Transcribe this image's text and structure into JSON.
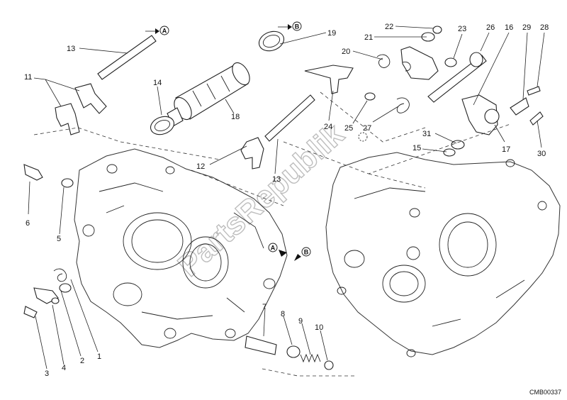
{
  "diagram": {
    "drawing_code": "CMB00337",
    "watermark": "PartsRepublik",
    "reference_marks": [
      "A",
      "B"
    ],
    "callouts": [
      "1",
      "2",
      "3",
      "4",
      "5",
      "6",
      "7",
      "8",
      "9",
      "10",
      "11",
      "12",
      "13",
      "13",
      "14",
      "15",
      "16",
      "17",
      "18",
      "19",
      "20",
      "21",
      "22",
      "23",
      "24",
      "25",
      "26",
      "27",
      "28",
      "29",
      "30",
      "31"
    ]
  }
}
